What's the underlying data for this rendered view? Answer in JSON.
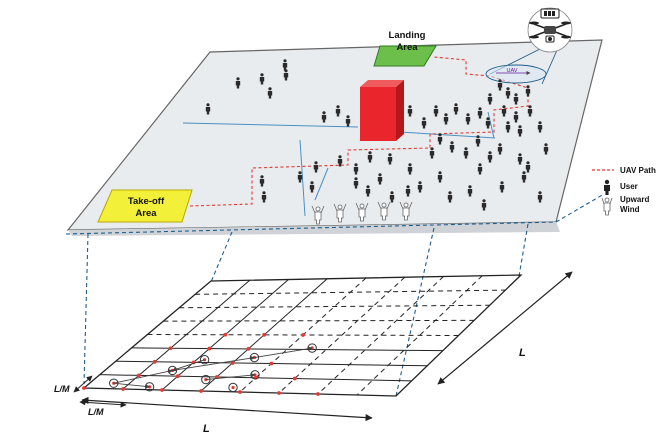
{
  "areas": {
    "landing": [
      "Landing",
      "Area"
    ],
    "takeoff": [
      "Take-off",
      "Area"
    ]
  },
  "legend": {
    "uav_path": "UAV Path",
    "user": "User",
    "wind": [
      "Upward",
      "Wind"
    ]
  },
  "uav_label": "UAV",
  "dimensions": {
    "side": "L",
    "side_right": "L",
    "cell_v": "L/M",
    "cell_h": "L/M"
  },
  "colors": {
    "plane_fill": "#e9ecef",
    "plane_edge": "#666666",
    "river": "#4a90c2",
    "landing": "#6bbf4a",
    "takeoff": "#f3f03a",
    "building": "#e8262b",
    "path": "#e53935",
    "dash_link": "#1f5e8c",
    "grid": "#222222",
    "grid_point": "#e53935"
  },
  "icons": {
    "uav": "drone-icon",
    "user": "person-icon",
    "wind": "wind-figure-icon"
  }
}
